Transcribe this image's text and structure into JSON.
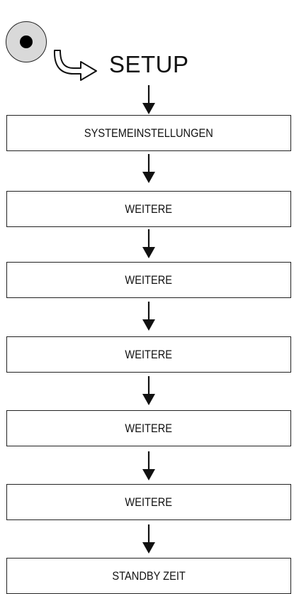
{
  "header": {
    "title": "SETUP"
  },
  "steps": [
    "SYSTEMEINSTELLUNGEN",
    "WEITERE",
    "WEITERE",
    "WEITERE",
    "WEITERE",
    "WEITERE",
    "STANDBY ZEIT"
  ]
}
